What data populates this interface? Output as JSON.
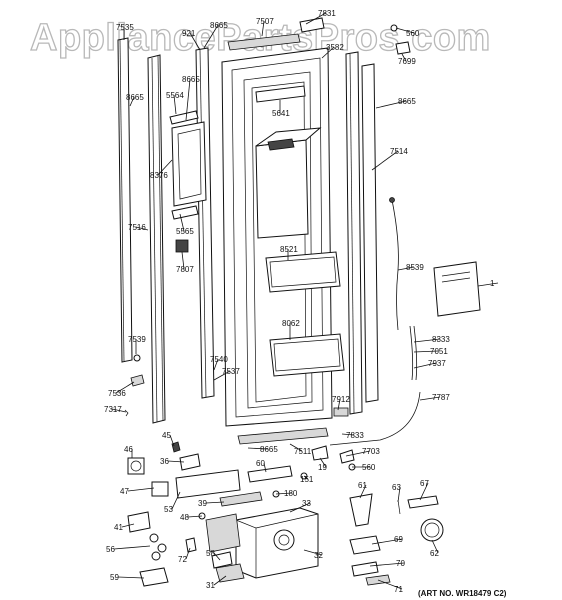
{
  "watermark": "AppliancePartsPros.com",
  "art_number": "(ART NO. WR18479 C2)",
  "labels": [
    "7535",
    "921",
    "8665",
    "7507",
    "7831",
    "560",
    "3582",
    "7699",
    "8665",
    "5564",
    "8665",
    "5641",
    "8665",
    "7514",
    "8376",
    "5565",
    "7516",
    "7807",
    "8521",
    "8539",
    "1",
    "8062",
    "8333",
    "7051",
    "7539",
    "7540",
    "7537",
    "7937",
    "7536",
    "7317",
    "7912",
    "7787",
    "45",
    "8665",
    "7511",
    "7833",
    "7703",
    "46",
    "36",
    "60",
    "151",
    "19",
    "560",
    "47",
    "180",
    "61",
    "63",
    "67",
    "39",
    "53",
    "33",
    "48",
    "41",
    "56",
    "72",
    "58",
    "32",
    "69",
    "62",
    "70",
    "59",
    "31",
    "71"
  ]
}
